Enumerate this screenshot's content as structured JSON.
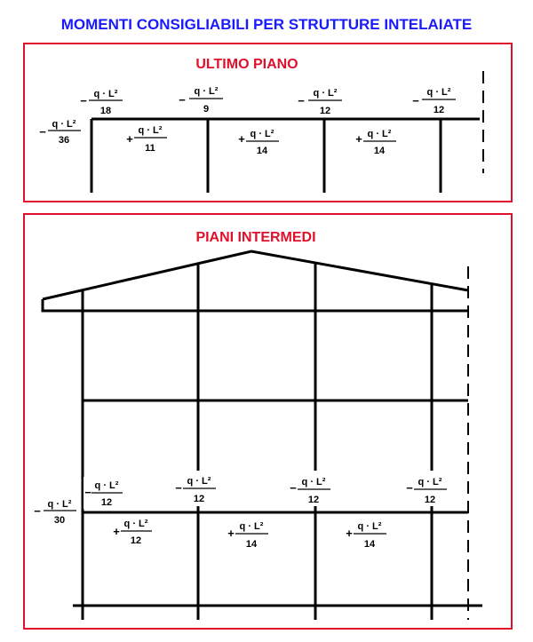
{
  "title": "MOMENTI CONSIGLIABILI PER  STRUTTURE INTELAIATE",
  "colors": {
    "title": "#1a1aff",
    "panel_border": "#e0102c",
    "panel_title": "#e0102c",
    "lines": "#000000"
  },
  "top_panel": {
    "title": "ULTIMO PIANO",
    "moments": {
      "end_outer": {
        "sign": "−",
        "num": "q · L²",
        "den": "36"
      },
      "support_1": {
        "sign": "−",
        "num": "q · L²",
        "den": "18"
      },
      "support_2": {
        "sign": "−",
        "num": "q · L²",
        "den": "9"
      },
      "support_3": {
        "sign": "−",
        "num": "q · L²",
        "den": "12"
      },
      "support_4": {
        "sign": "−",
        "num": "q · L²",
        "den": "12"
      },
      "span_1": {
        "sign": "+",
        "num": "q · L²",
        "den": "11"
      },
      "span_2": {
        "sign": "+",
        "num": "q · L²",
        "den": "14"
      },
      "span_3": {
        "sign": "+",
        "num": "q · L²",
        "den": "14"
      }
    }
  },
  "bottom_panel": {
    "title": "PIANI INTERMEDI",
    "moments": {
      "end_outer": {
        "sign": "−",
        "num": "q · L²",
        "den": "30"
      },
      "support_1": {
        "sign": "−",
        "num": "q · L²",
        "den": "12"
      },
      "support_2": {
        "sign": "−",
        "num": "q · L²",
        "den": "12"
      },
      "support_3": {
        "sign": "−",
        "num": "q · L²",
        "den": "12"
      },
      "support_4": {
        "sign": "−",
        "num": "q · L²",
        "den": "12"
      },
      "span_1": {
        "sign": "+",
        "num": "q · L²",
        "den": "12"
      },
      "span_2": {
        "sign": "+",
        "num": "q · L²",
        "den": "14"
      },
      "span_3": {
        "sign": "+",
        "num": "q · L²",
        "den": "14"
      }
    }
  }
}
